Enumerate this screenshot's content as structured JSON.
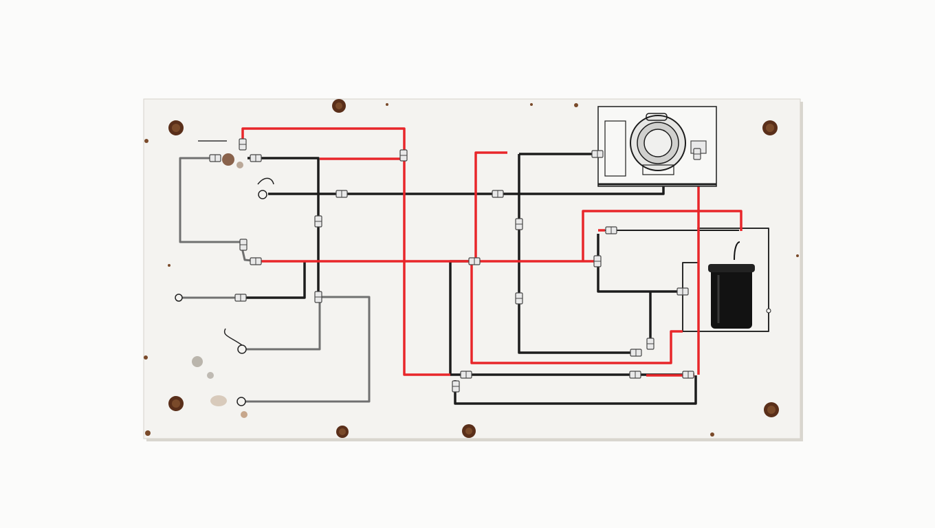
{
  "colors": {
    "background": "#fbfbfa",
    "panel": "#f4f3f0",
    "panel_edge": "#d9d6cf",
    "rust": "#7a4a2a",
    "rust_light": "#a8744a",
    "line_red": "#e8262a",
    "line_black": "#1c1c1c",
    "line_gray": "#6f6f6f",
    "fitting_fill": "#e9e9e9",
    "fitting_stroke": "#444444",
    "canister": "#121212"
  },
  "diagram": {
    "has_text": false,
    "components": [
      {
        "name": "mounting-panel",
        "kind": "plate"
      },
      {
        "name": "mounting-bolt",
        "kind": "bolt",
        "count": 8
      },
      {
        "name": "pump-motor",
        "kind": "motor"
      },
      {
        "name": "filter-canister",
        "kind": "canister"
      },
      {
        "name": "pressure-lines",
        "kind": "line",
        "color": "red"
      },
      {
        "name": "return-lines",
        "kind": "line",
        "color": "black"
      },
      {
        "name": "sensor-leads",
        "kind": "line",
        "color": "gray"
      },
      {
        "name": "line-fitting",
        "kind": "fitting"
      },
      {
        "name": "sensor-terminal",
        "kind": "terminal"
      }
    ]
  }
}
